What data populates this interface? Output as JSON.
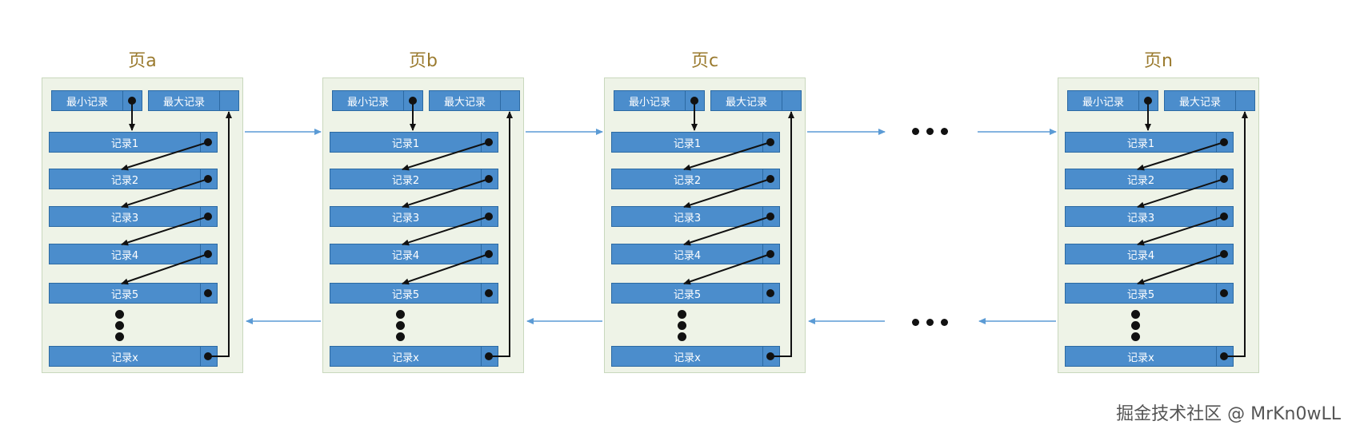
{
  "pages": [
    {
      "title": "页a",
      "min_label": "最小记录",
      "max_label": "最大记录",
      "records": [
        "记录1",
        "记录2",
        "记录3",
        "记录4",
        "记录5"
      ],
      "last_record": "记录x"
    },
    {
      "title": "页b",
      "min_label": "最小记录",
      "max_label": "最大记录",
      "records": [
        "记录1",
        "记录2",
        "记录3",
        "记录4",
        "记录5"
      ],
      "last_record": "记录x"
    },
    {
      "title": "页c",
      "min_label": "最小记录",
      "max_label": "最大记录",
      "records": [
        "记录1",
        "记录2",
        "记录3",
        "记录4",
        "记录5"
      ],
      "last_record": "记录x"
    },
    {
      "title": "页n",
      "min_label": "最小记录",
      "max_label": "最大记录",
      "records": [
        "记录1",
        "记录2",
        "记录3",
        "记录4",
        "记录5"
      ],
      "last_record": "记录x"
    }
  ],
  "watermark": "掘金技术社区 @ MrKn0wLL",
  "colors": {
    "record_fill": "#4b8dcc",
    "page_bg": "#eef3e7",
    "link_arrow": "#5b9bd5",
    "title": "#9a7a2e"
  }
}
